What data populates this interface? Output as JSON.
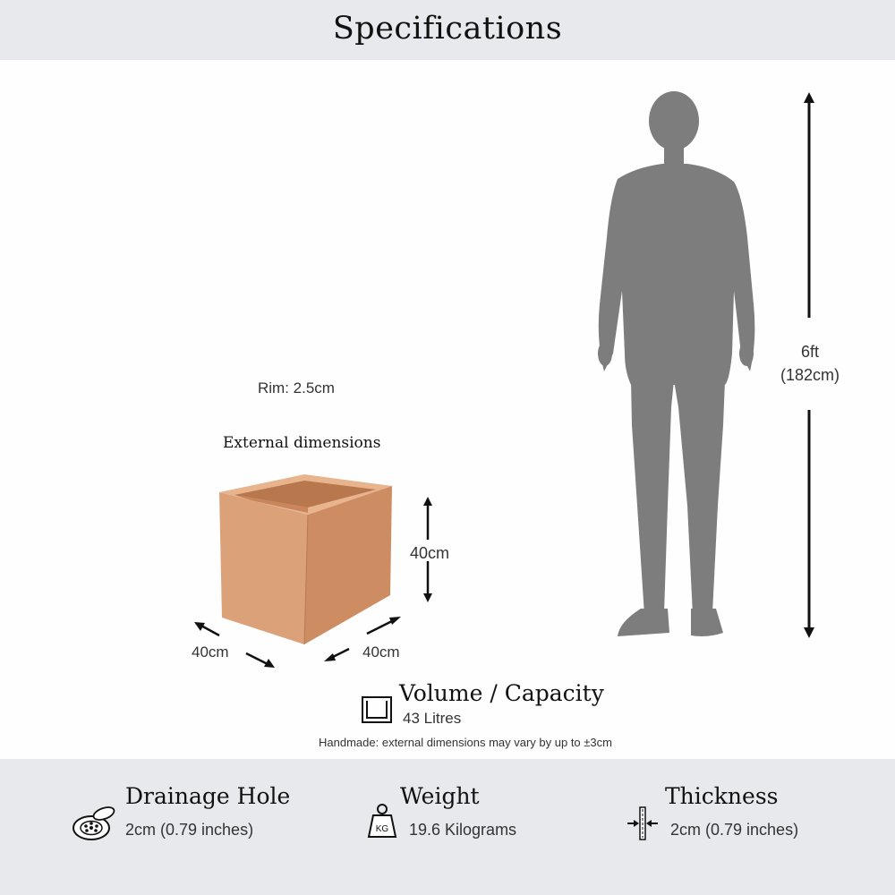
{
  "header": {
    "title": "Specifications"
  },
  "figure": {
    "height_label": "6ft",
    "height_metric": "(182cm)"
  },
  "pot": {
    "rim_label": "Rim: 2.5cm",
    "external_heading": "External dimensions",
    "height": "40cm",
    "width_left": "40cm",
    "width_right": "40cm",
    "color": "#d99a6e"
  },
  "volume": {
    "title": "Volume / Capacity",
    "value": "43 Litres"
  },
  "note": "Handmade: external dimensions may vary by up to ±3cm",
  "specs": {
    "drainage": {
      "title": "Drainage Hole",
      "value": "2cm (0.79 inches)",
      "icon": "drainage-hole-icon"
    },
    "weight": {
      "title": "Weight",
      "value": "19.6 Kilograms",
      "icon": "weight-kg-icon",
      "icon_text": "KG"
    },
    "thickness": {
      "title": "Thickness",
      "value": "2cm (0.79 inches)",
      "icon": "thickness-icon"
    }
  }
}
